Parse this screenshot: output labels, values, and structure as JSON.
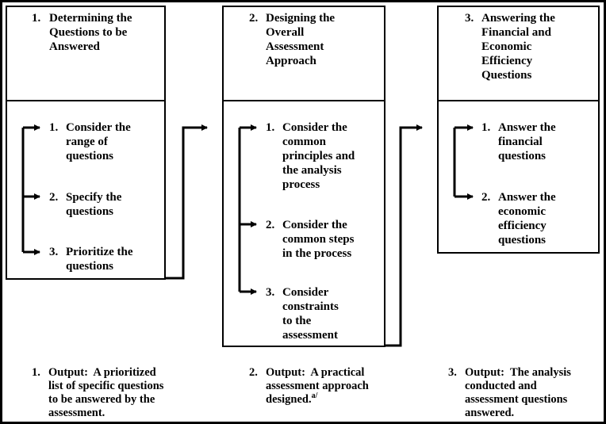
{
  "steps": [
    {
      "number": "1.",
      "title": "Determining the\nQuestions to be\nAnswered",
      "items": [
        {
          "number": "1.",
          "text": "Consider the\nrange of\nquestions"
        },
        {
          "number": "2.",
          "text": "Specify the\nquestions"
        },
        {
          "number": "3.",
          "text": "Prioritize the\nquestions"
        }
      ],
      "output_number": "1.",
      "output_text": "Output:  A prioritized\nlist of specific questions\nto be answered by the\nassessment."
    },
    {
      "number": "2.",
      "title": "Designing the\nOverall\nAssessment\nApproach",
      "items": [
        {
          "number": "1.",
          "text": "Consider the\ncommon\nprinciples and\nthe analysis\nprocess"
        },
        {
          "number": "2.",
          "text": "Consider the\ncommon steps\nin the process"
        },
        {
          "number": "3.",
          "text": "Consider\nconstraints\nto the\nassessment"
        }
      ],
      "output_number": "2.",
      "output_text": "Output:  A practical\nassessment approach\ndesigned.",
      "output_footnote": "a/"
    },
    {
      "number": "3.",
      "title": "Answering the\nFinancial and\nEconomic\nEfficiency\nQuestions",
      "items": [
        {
          "number": "1.",
          "text": "Answer the\nfinancial\nquestions"
        },
        {
          "number": "2.",
          "text": "Answer the\neconomic\nefficiency\nquestions"
        }
      ],
      "output_number": "3.",
      "output_text": "Output:  The analysis\nconducted and\nassessment questions\nanswered."
    }
  ]
}
